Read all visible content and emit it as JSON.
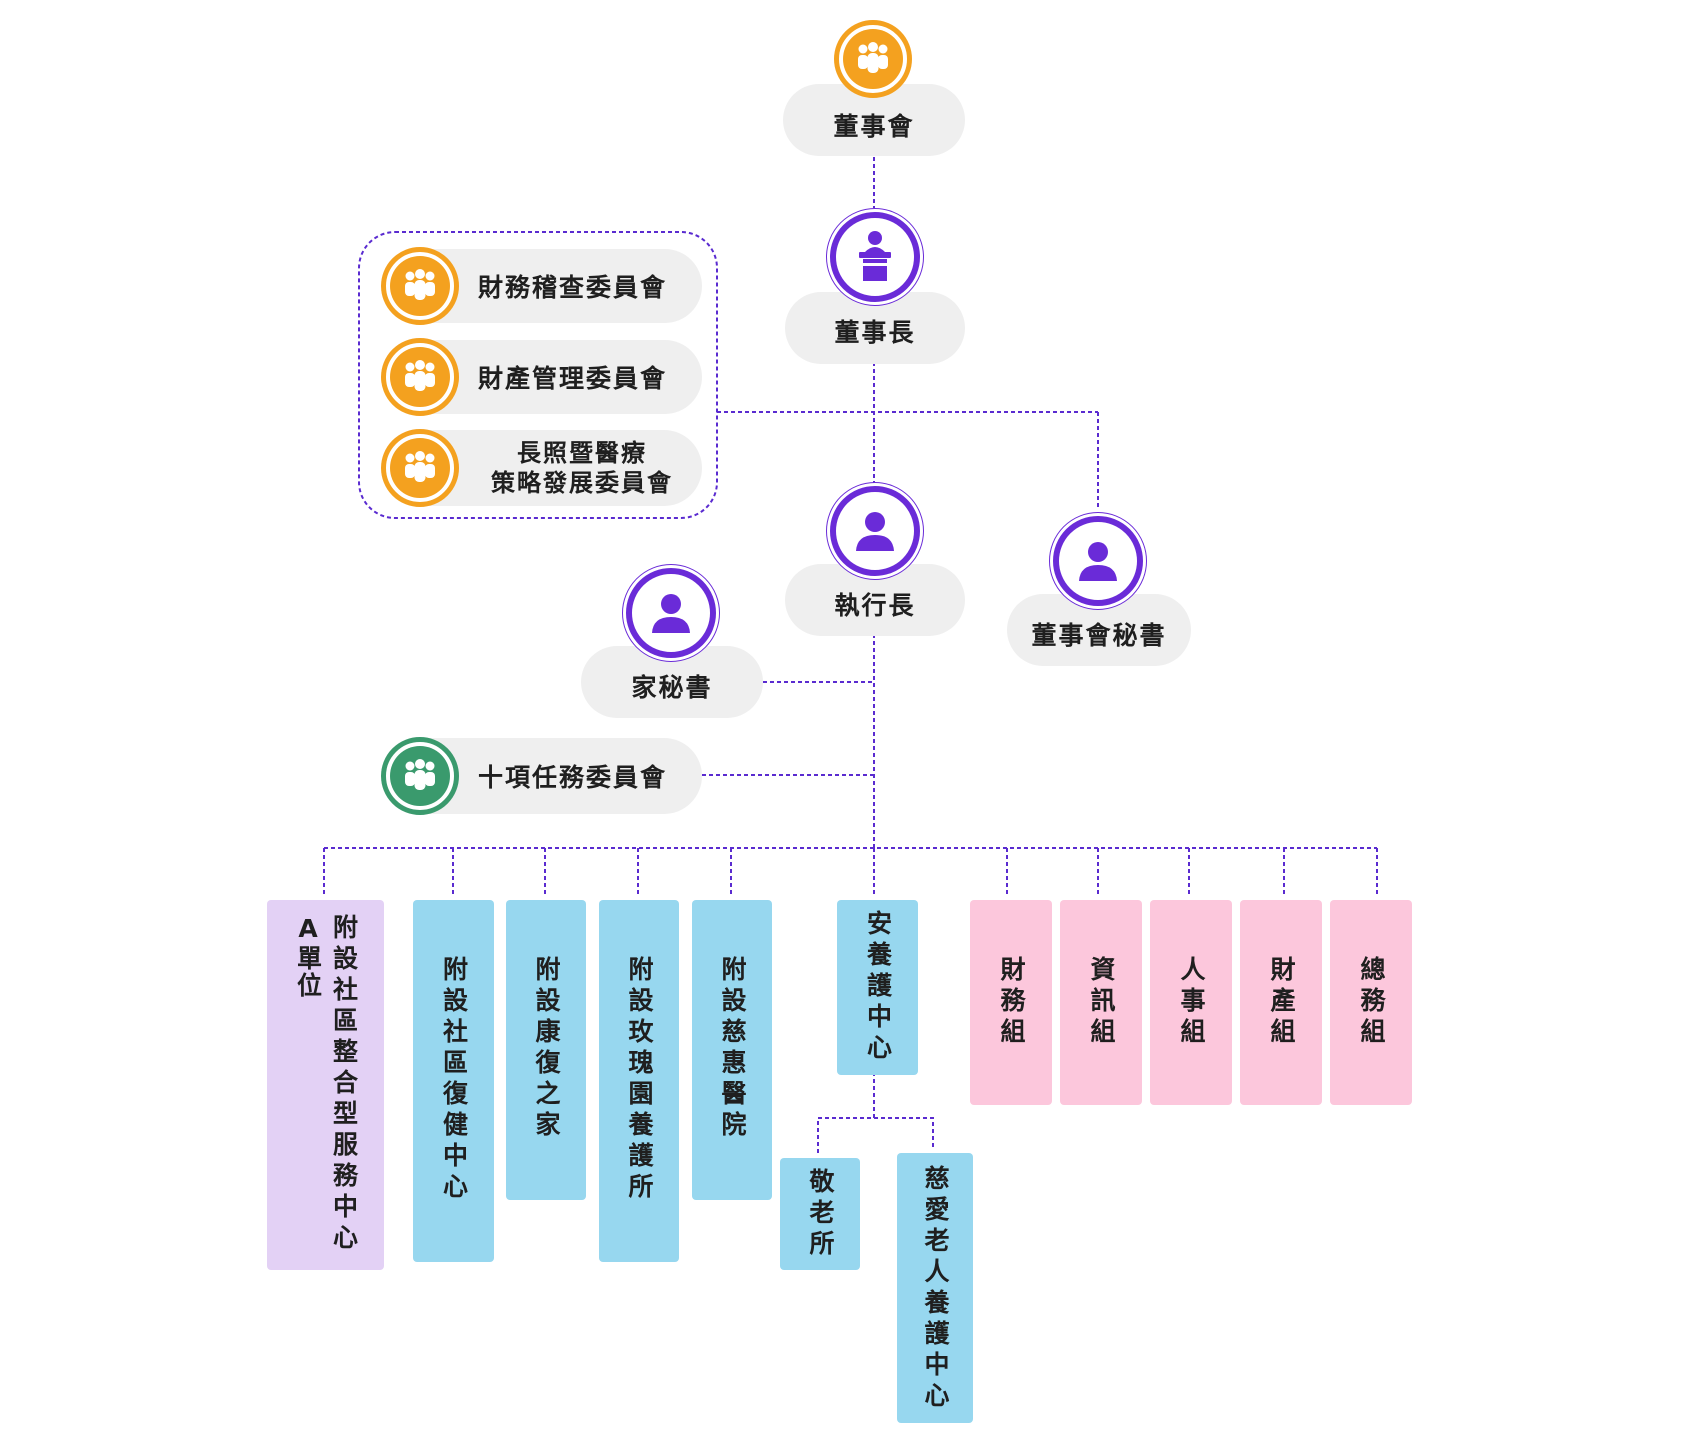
{
  "colors": {
    "connector": "#5a2bd0",
    "orange": "#f4a11f",
    "green": "#3a9a6d",
    "purple": "#6a2bd8",
    "pill": "#efefef",
    "blue_box": "#97d7ef",
    "pink_box": "#fcc7dc",
    "lavender_box": "#e3d1f5"
  },
  "top": {
    "board": {
      "label": "董事會",
      "icon": "people-group-icon"
    },
    "chairman": {
      "label": "董事長",
      "icon": "podium-speaker-icon"
    },
    "ceo": {
      "label": "執行長",
      "icon": "person-icon"
    },
    "board_secretary": {
      "label": "董事會秘書",
      "icon": "person-icon"
    },
    "home_secretary": {
      "label": "家秘書",
      "icon": "person-icon"
    }
  },
  "committees": [
    {
      "label": "財務稽查委員會",
      "icon": "people-group-icon"
    },
    {
      "label": "財產管理委員會",
      "icon": "people-group-icon"
    },
    {
      "label_line1": "長照暨醫療",
      "label_line2": "策略發展委員會",
      "icon": "people-group-icon"
    }
  ],
  "task_committee": {
    "label": "十項任務委員會",
    "icon": "people-group-icon"
  },
  "units": {
    "a_unit": {
      "left": "A單位",
      "right": "附設社區整合型服務中心"
    },
    "blue": [
      {
        "label": "附設社區復健中心"
      },
      {
        "label": "附設康復之家"
      },
      {
        "label": "附設玫瑰園養護所"
      },
      {
        "label": "附設慈惠醫院"
      },
      {
        "label": "安養護中心"
      }
    ],
    "sub": [
      {
        "label": "敬老所"
      },
      {
        "label": "慈愛老人養護中心"
      }
    ],
    "pink": [
      {
        "label": "財務組"
      },
      {
        "label": "資訊組"
      },
      {
        "label": "人事組"
      },
      {
        "label": "財產組"
      },
      {
        "label": "總務組"
      }
    ]
  }
}
